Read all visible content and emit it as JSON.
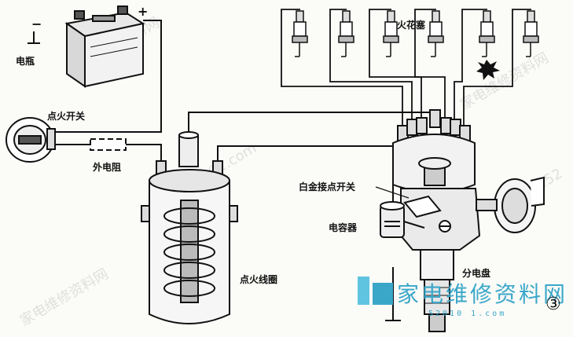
{
  "labels": {
    "battery": "电瓶",
    "plus": "+",
    "minus": "−",
    "ignition_switch": "点火开关",
    "external_resistor": "外电阻",
    "spark_plug": "火花塞",
    "points": "白金接点开关",
    "capacitor": "电容器",
    "ignition_coil": "点火线圈",
    "distributor": "分电盘",
    "figure_number": "③"
  },
  "logo": {
    "cn": "家电维修资料网",
    "url": "52010 1.com"
  },
  "watermarks": [
    "家电维修资料网",
    "52010101.com",
    "www.52"
  ],
  "colors": {
    "line": "#111111",
    "logo": "#3aa7c9",
    "watermark": "#c9c9c9"
  }
}
